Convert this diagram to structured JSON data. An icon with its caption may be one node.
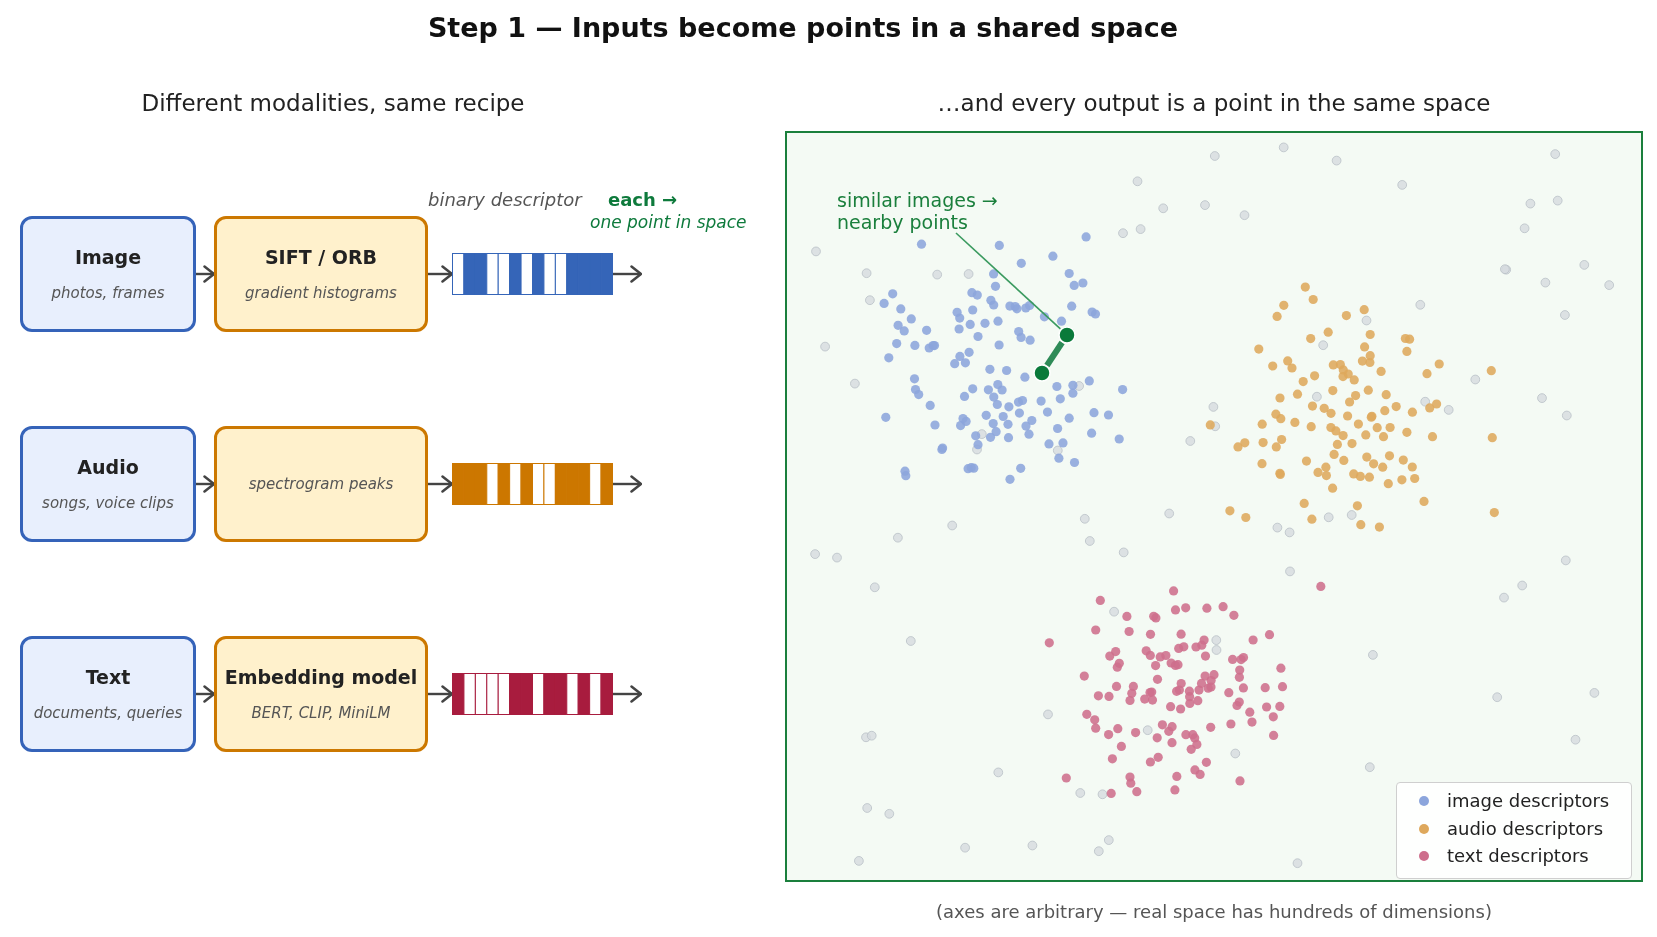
{
  "diagram": {
    "title": "Step 1 — Inputs become points in a shared space",
    "nodes": [
      {
        "text": [
          "Image",
          "photos, frames"
        ]
      },
      {
        "text": [
          "SIFT / ORB",
          "gradient histograms"
        ]
      },
      {
        "text": [],
        "shape": "bar",
        "beside": [
          "binary descriptor",
          "**each →** *one point in space*"
        ]
      },
      {
        "text": [
          "Audio",
          "songs, voice clips"
        ]
      },
      {
        "text": [
          "spectrogram peaks"
        ]
      },
      {
        "text": [],
        "shape": "bar"
      },
      {
        "text": [
          "Text",
          "documents, queries"
        ]
      },
      {
        "text": [
          "Embedding model",
          "BERT, CLIP, MiniLM"
        ]
      },
      {
        "text": [],
        "shape": "bar"
      },
      {
        "text": [
          "…and every output is a point in the same space"
        ]
      },
      {
        "text": [
          "similar images → nearby points"
        ],
        "in": 9
      },
      {
        "text": [],
        "shape": "circle",
        "in": 9
      },
      {
        "text": [],
        "shape": "circle",
        "in": 9
      }
    ],
    "edges": [
      {
        "from": 0,
        "to": 1,
        "arrow": "to"
      },
      {
        "from": 1,
        "to": 2,
        "arrow": "to"
      },
      {
        "from": 2,
        "to": null,
        "arrow": "to"
      },
      {
        "from": 3,
        "to": 4,
        "arrow": "to"
      },
      {
        "from": 4,
        "to": 5,
        "arrow": "to"
      },
      {
        "from": 5,
        "to": null,
        "arrow": "to"
      },
      {
        "from": 6,
        "to": 7,
        "arrow": "to"
      },
      {
        "from": 7,
        "to": 8,
        "arrow": "to"
      },
      {
        "from": 8,
        "to": null,
        "arrow": "to"
      },
      {
        "from": 10,
        "to": 11,
        "arrow": "none",
        "color": "#3a9a5f"
      },
      {
        "from": 11,
        "to": 12,
        "arrow": "none",
        "style": "thick",
        "color": "#2e8b57"
      }
    ],
    "labels": [
      "Different modalities, same recipe",
      "(axes are arbitrary — real space has hundreds of dimensions)"
    ],
    "legend": [
      {
        "text": "image descriptors",
        "color": "#8ca5dc"
      },
      {
        "text": "audio descriptors",
        "color": "#dea85c"
      },
      {
        "text": "text descriptors",
        "color": "#ce6e8c"
      }
    ]
  }
}
